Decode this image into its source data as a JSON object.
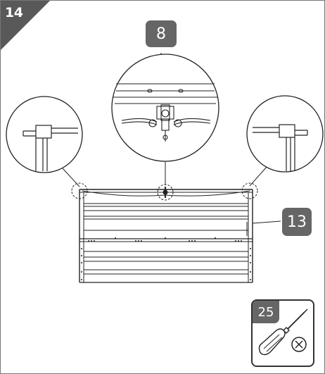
{
  "step": {
    "number": "14"
  },
  "callouts": {
    "center_part": "8",
    "side_part": "13"
  },
  "tool": {
    "label": "25",
    "icon": "phillips-screwdriver-icon",
    "head_icon": "phillips-cross-icon"
  },
  "colors": {
    "badge": "#666666",
    "corner": "#595959",
    "line": "#222222"
  }
}
